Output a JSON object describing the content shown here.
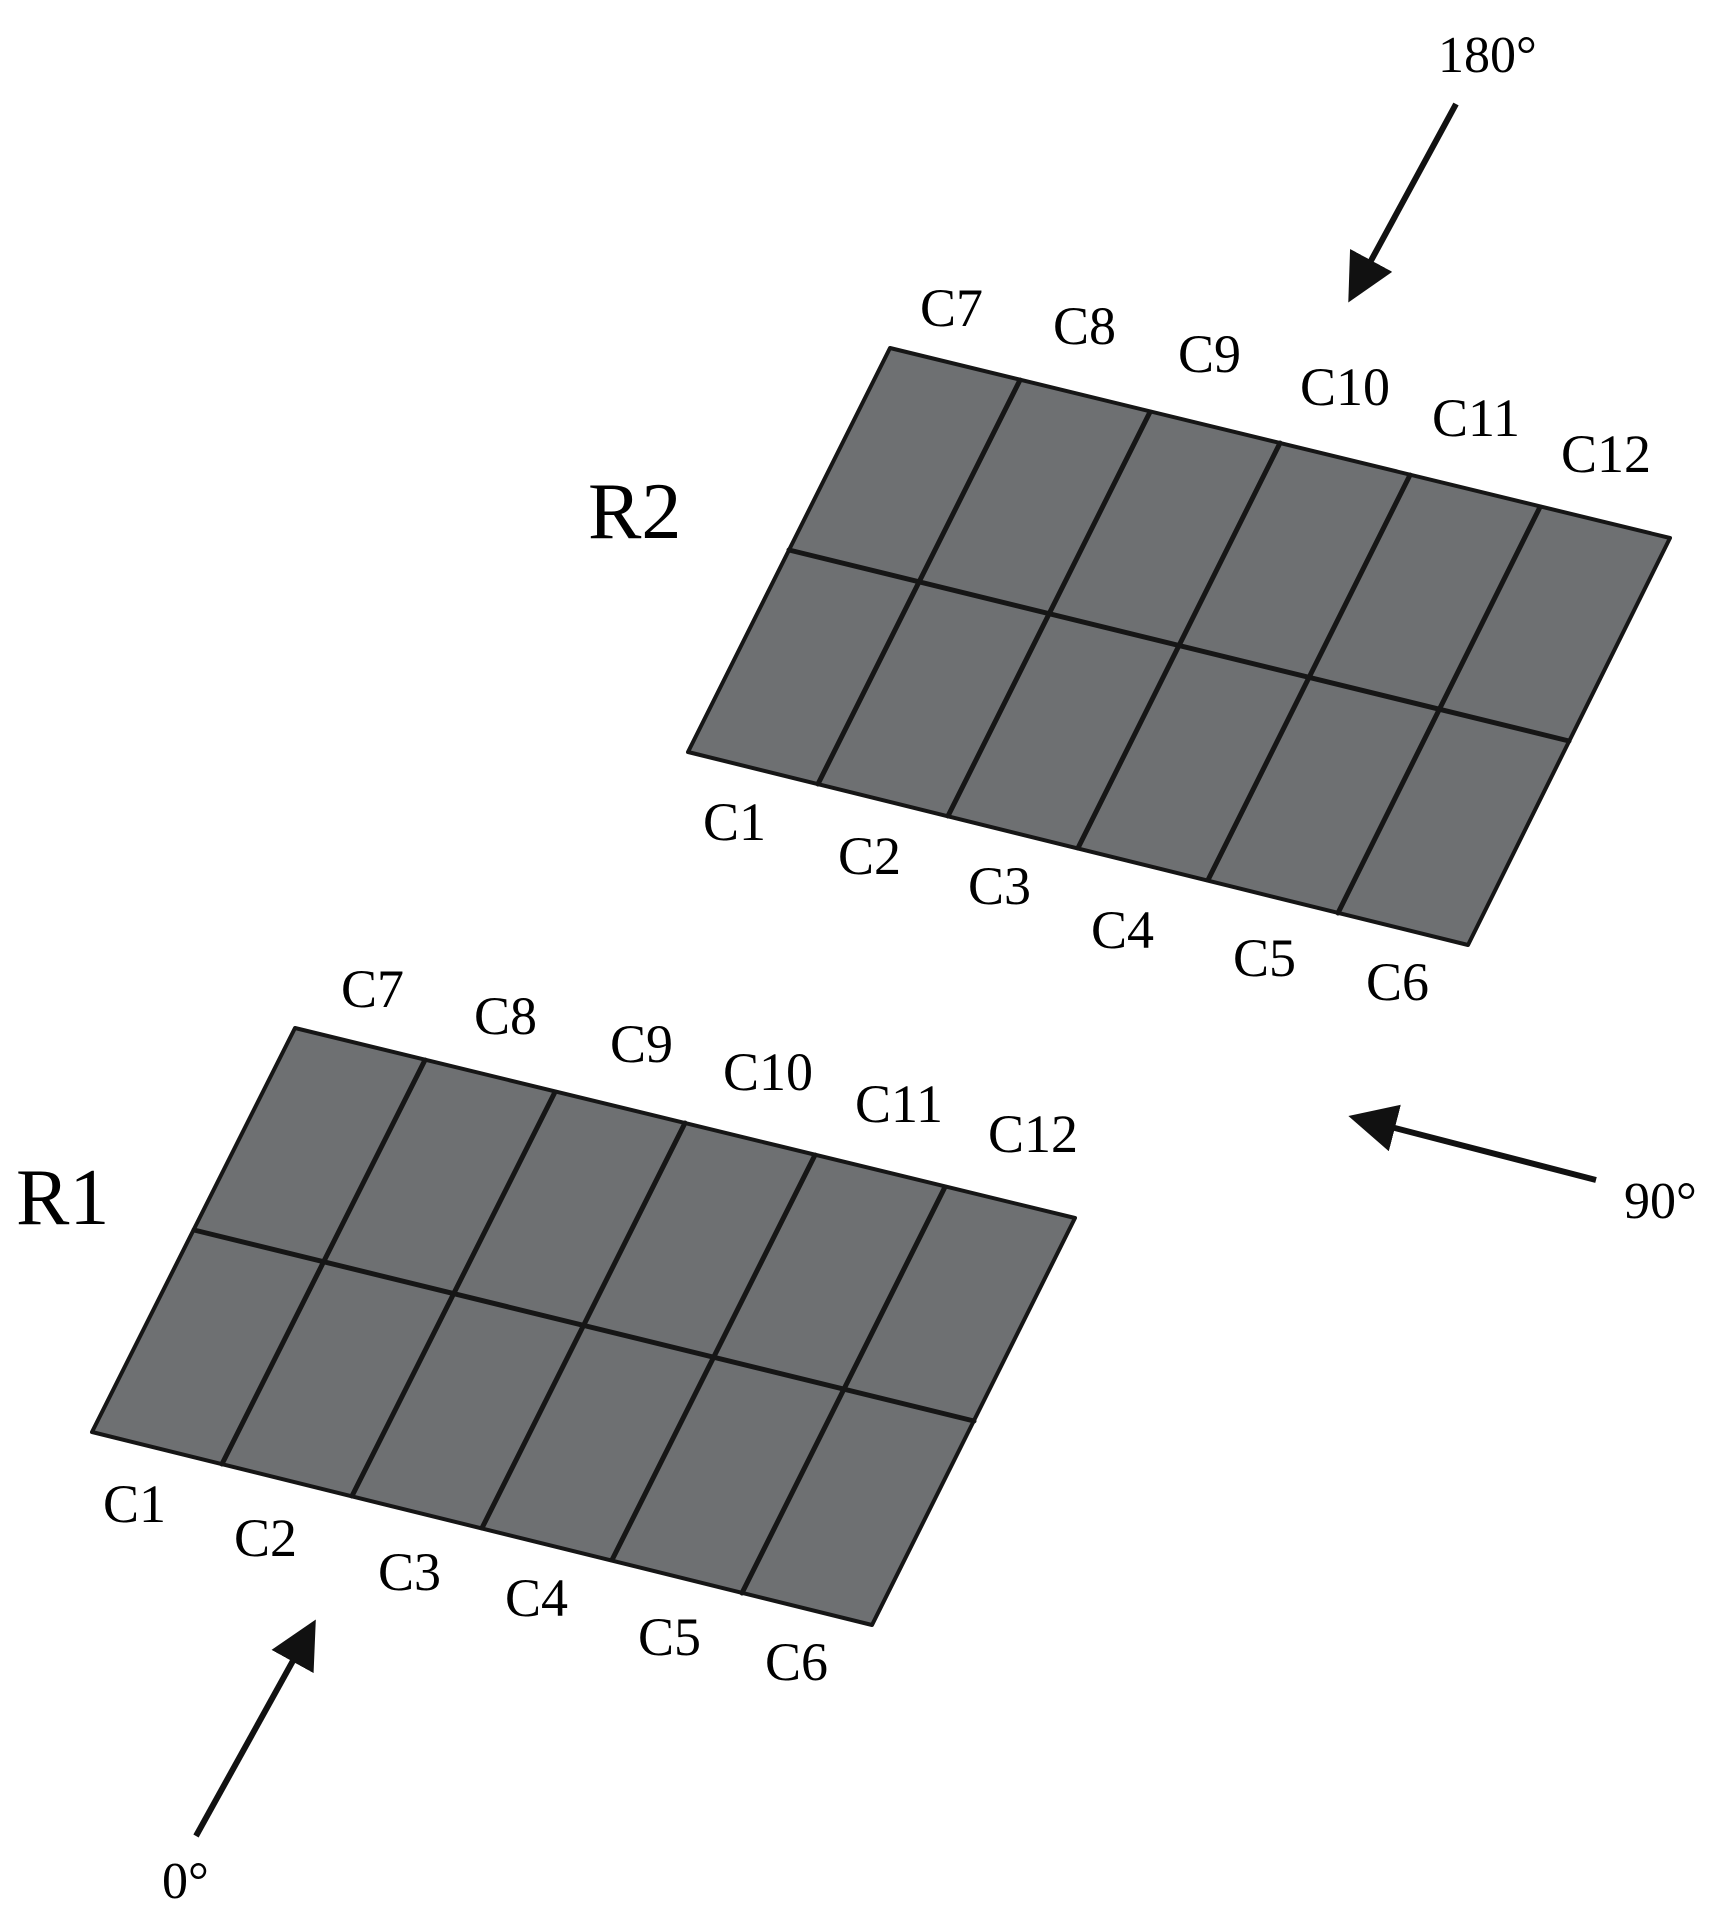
{
  "colors": {
    "panel_fill": "#6e7072",
    "panel_grid": "#161616",
    "arrow": "#111111",
    "text": "#000000"
  },
  "arrays": [
    {
      "label": "R1",
      "front_cells": [
        "C1",
        "C2",
        "C3",
        "C4",
        "C5",
        "C6"
      ],
      "back_cells": [
        "C7",
        "C8",
        "C9",
        "C10",
        "C11",
        "C12"
      ]
    },
    {
      "label": "R2",
      "front_cells": [
        "C1",
        "C2",
        "C3",
        "C4",
        "C5",
        "C6"
      ],
      "back_cells": [
        "C7",
        "C8",
        "C9",
        "C10",
        "C11",
        "C12"
      ]
    }
  ],
  "wind_directions": [
    {
      "label": "0°",
      "icon": "arrow-icon"
    },
    {
      "label": "90°",
      "icon": "arrow-icon"
    },
    {
      "label": "180°",
      "icon": "arrow-icon"
    }
  ]
}
